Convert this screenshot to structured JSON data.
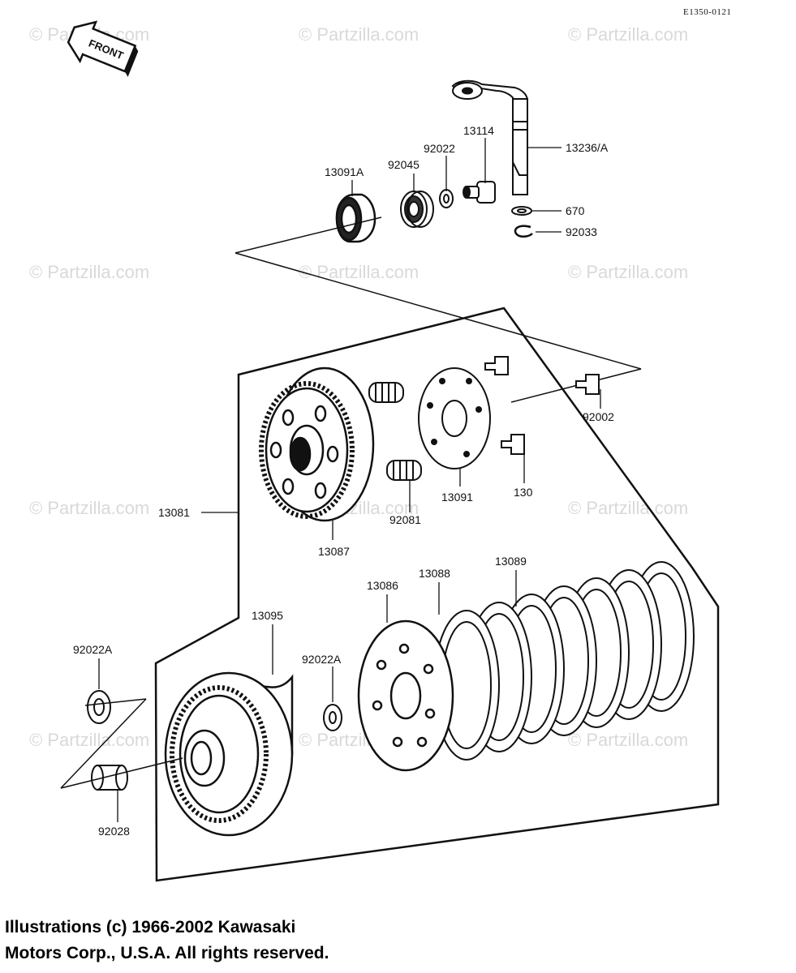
{
  "drawing_code": "E1350-0121",
  "front_label": "FRONT",
  "watermark": "© Partzilla.com",
  "copyright": {
    "line1": "Illustrations (c) 1966-2002 Kawasaki",
    "line2": "Motors Corp., U.S.A.  All rights reserved."
  },
  "parts": {
    "p13236A": "13236/A",
    "p13114": "13114",
    "p92022": "92022",
    "p92045": "92045",
    "p13091A": "13091A",
    "p670": "670",
    "p92033": "92033",
    "p92002": "92002",
    "p13091": "13091",
    "p130": "130",
    "p92081": "92081",
    "p13081": "13081",
    "p13087": "13087",
    "p13086": "13086",
    "p13088": "13088",
    "p13089": "13089",
    "p13095": "13095",
    "p92022A_left": "92022A",
    "p92022A_mid": "92022A",
    "p92028": "92028"
  }
}
